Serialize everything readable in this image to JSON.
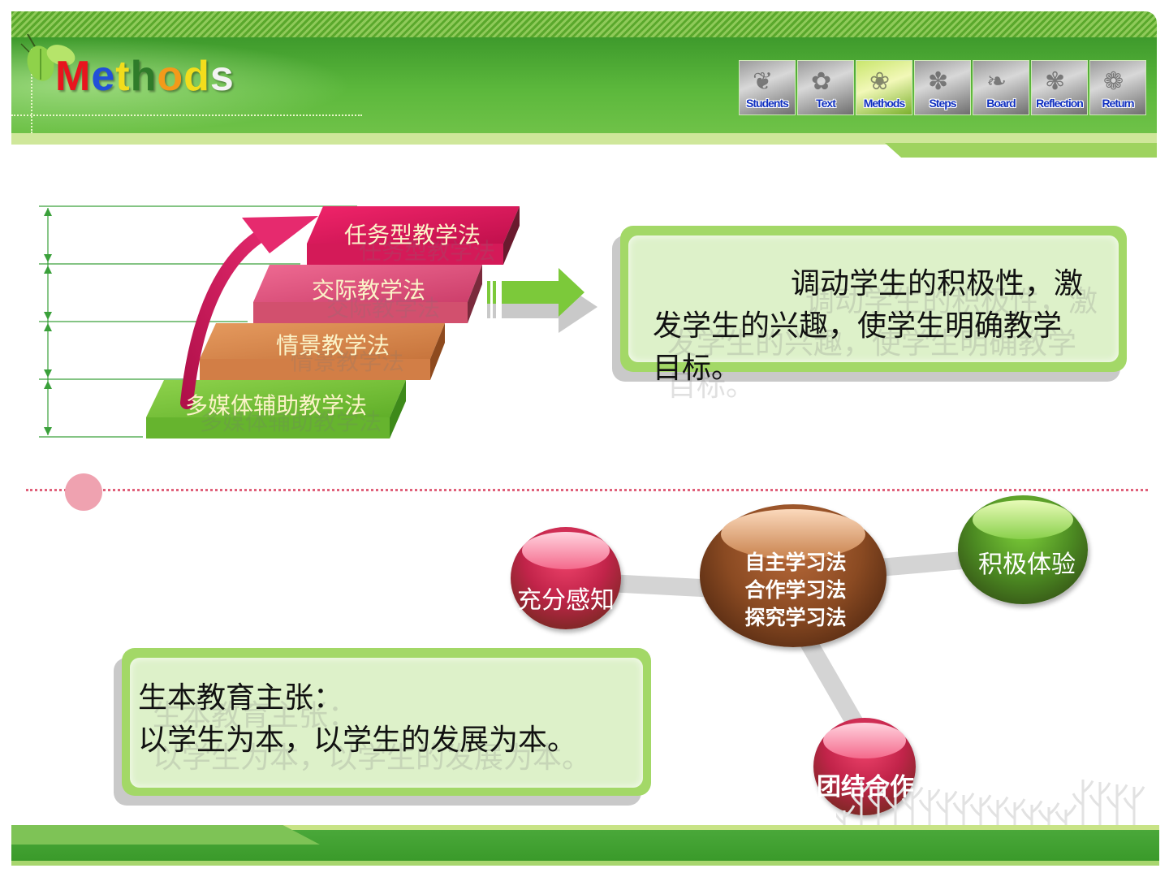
{
  "header": {
    "title_letters": [
      {
        "ch": "M",
        "color": "#e8141e"
      },
      {
        "ch": "e",
        "color": "#2250d8"
      },
      {
        "ch": "t",
        "color": "#f2dd1c"
      },
      {
        "ch": "h",
        "color": "#2f7c2a"
      },
      {
        "ch": "o",
        "color": "#f39a1a"
      },
      {
        "ch": "d",
        "color": "#f2dd1c"
      },
      {
        "ch": "s",
        "color": "#f3f3f3"
      }
    ],
    "nav": [
      {
        "label": "Students",
        "active": false,
        "icon": "leaf-icon"
      },
      {
        "label": "Text",
        "active": false,
        "icon": "sprout-icon"
      },
      {
        "label": "Methods",
        "active": true,
        "icon": "plant-icon"
      },
      {
        "label": "Steps",
        "active": false,
        "icon": "flower-icon"
      },
      {
        "label": "Board",
        "active": false,
        "icon": "seedling-icon"
      },
      {
        "label": "Reflection",
        "active": false,
        "icon": "grass-icon"
      },
      {
        "label": "Return",
        "active": false,
        "icon": "shoot-icon"
      }
    ]
  },
  "steps": [
    {
      "label": "任务型教学法",
      "color": "#e4195f"
    },
    {
      "label": "交际教学法",
      "color": "#e65a86"
    },
    {
      "label": "情景教学法",
      "color": "#dc8a4e"
    },
    {
      "label": "多媒体辅助教学法",
      "color": "#79c43a"
    }
  ],
  "callout_top": {
    "lines": [
      "调动学生的积极性，激",
      "发学生的兴趣，使学生明确教学",
      "目标。"
    ]
  },
  "callout_bottom": {
    "lines": [
      "生本教育主张：",
      "以学生为本，以学生的发展为本。"
    ]
  },
  "spheres": {
    "center": {
      "lines": [
        "自主学习法",
        "合作学习法",
        "探究学习法"
      ],
      "color": "#8a4a22"
    },
    "left": {
      "label": "充分感知",
      "color": "#d63a5c"
    },
    "right": {
      "label": "积极体验",
      "color": "#4c8a22"
    },
    "bottom": {
      "label": "团结合作",
      "color": "#d63a5c"
    }
  }
}
